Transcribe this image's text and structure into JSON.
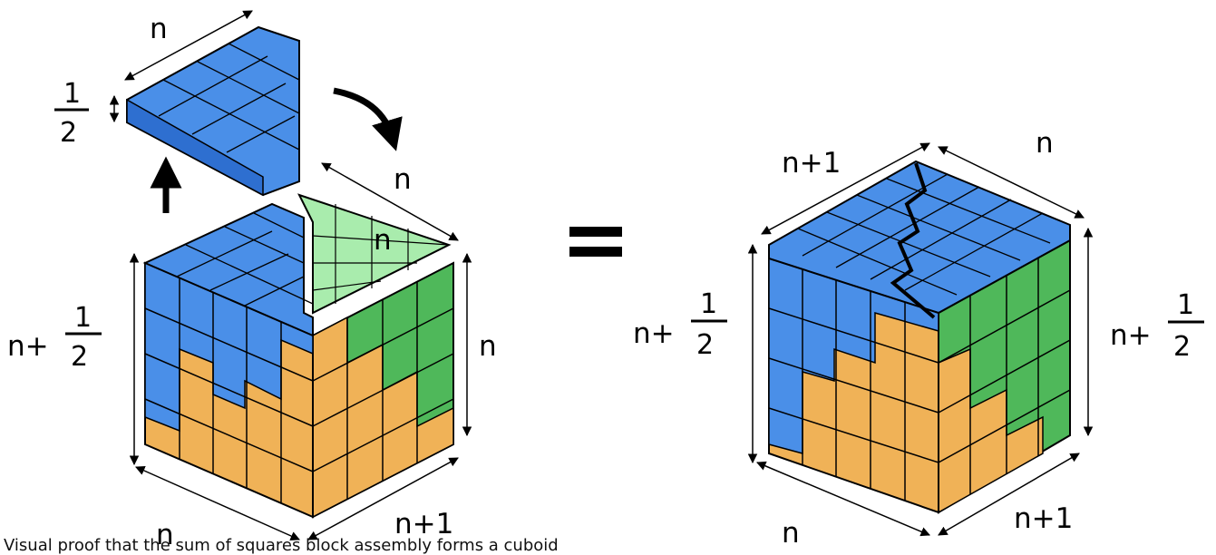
{
  "colors": {
    "blue": "#4a8fe8",
    "green": "#4fb85a",
    "light_green": "#a9ecad",
    "orange": "#f0b257",
    "outline": "#000000"
  },
  "labels": {
    "slab_n": "n",
    "slab_half_num": "1",
    "slab_half_den": "2",
    "left_back_n": "n",
    "left_inner_n": "n",
    "left_height_prefix": "n+",
    "left_height_num": "1",
    "left_height_den": "2",
    "left_right_n": "n",
    "left_bottom_n": "n",
    "left_bottom_n1": "n+1",
    "equals": "=",
    "right_top_n1": "n+1",
    "right_top_n": "n",
    "right_left_prefix": "n+",
    "right_left_num": "1",
    "right_left_den": "2",
    "right_right_prefix": "n+",
    "right_right_num": "1",
    "right_right_den": "2",
    "right_bottom_n": "n",
    "right_bottom_n1": "n+1"
  },
  "caption": "Visual proof that the sum of squares block assembly forms a cuboid"
}
